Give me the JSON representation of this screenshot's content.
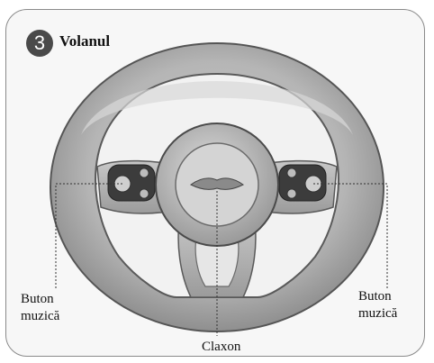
{
  "header": {
    "step_number": "3",
    "title": "Volanul"
  },
  "labels": {
    "left_line1": "Buton",
    "left_line2": "muzică",
    "right_line1": "Buton",
    "right_line2": "muzică",
    "bottom": "Claxon"
  }
}
